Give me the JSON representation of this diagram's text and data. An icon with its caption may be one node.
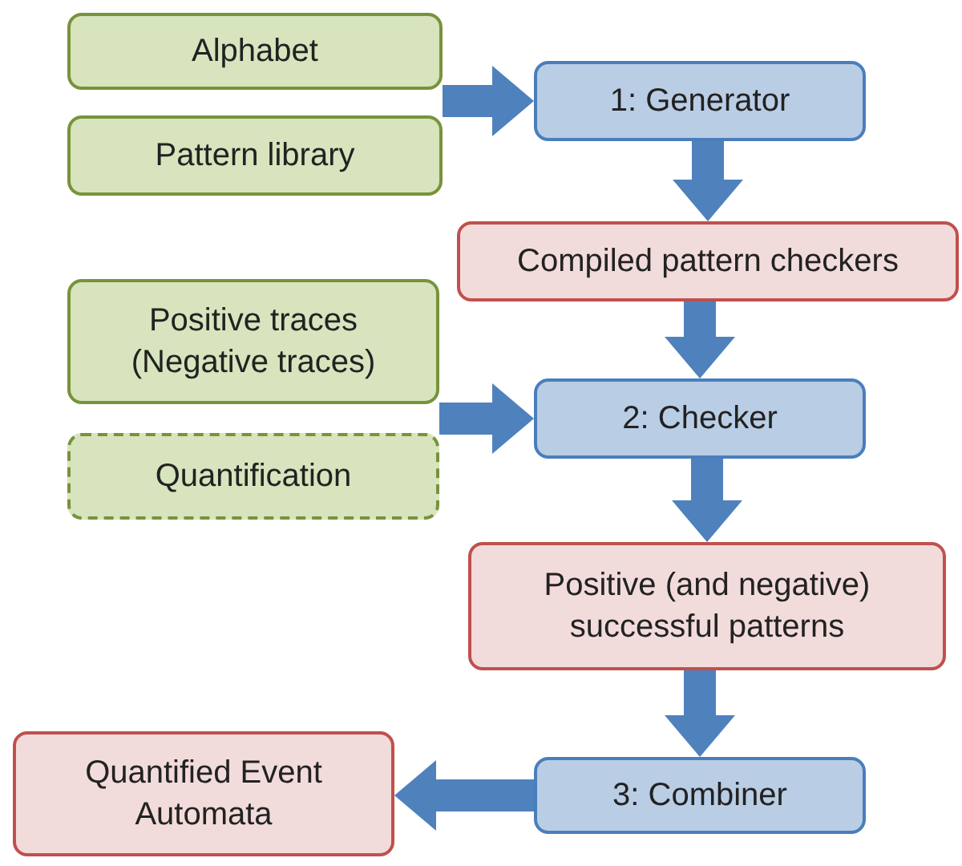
{
  "diagram": {
    "nodes": [
      {
        "text": [
          "Alphabet"
        ]
      },
      {
        "text": [
          "Pattern library"
        ]
      },
      {
        "text": [
          "1: Generator"
        ]
      },
      {
        "text": [
          "Compiled pattern checkers"
        ]
      },
      {
        "text": [
          "Positive traces (Negative traces)"
        ]
      },
      {
        "text": [
          "Quantification"
        ]
      },
      {
        "text": [
          "2: Checker"
        ]
      },
      {
        "text": [
          "Positive (and negative) successful patterns"
        ]
      },
      {
        "text": [
          "3: Combiner"
        ]
      },
      {
        "text": [
          "Quantified Event Automata"
        ]
      }
    ],
    "edges": [
      {
        "from": 0,
        "to": 2,
        "arrow": "to"
      },
      {
        "from": 1,
        "to": 2,
        "arrow": "to"
      },
      {
        "from": 2,
        "to": 3,
        "arrow": "to"
      },
      {
        "from": 3,
        "to": 6,
        "arrow": "to"
      },
      {
        "from": 4,
        "to": 6,
        "arrow": "to"
      },
      {
        "from": 5,
        "to": 6,
        "arrow": "to"
      },
      {
        "from": 6,
        "to": 7,
        "arrow": "to"
      },
      {
        "from": 7,
        "to": 8,
        "arrow": "to"
      },
      {
        "from": 8,
        "to": 9,
        "arrow": "to"
      }
    ]
  }
}
